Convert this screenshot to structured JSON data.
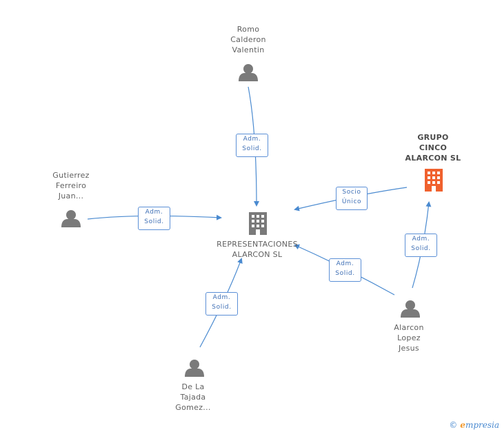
{
  "nodes": {
    "center": {
      "label": "REPRESENTACIONES\nALARCON SL"
    },
    "romo": {
      "label": "Romo\nCalderon\nValentin"
    },
    "gutierrez": {
      "label": "Gutierrez\nFerreiro\nJuan..."
    },
    "grupo": {
      "label": "GRUPO\nCINCO\nALARCON SL"
    },
    "alarcon": {
      "label": "Alarcon\nLopez\nJesus"
    },
    "delatajada": {
      "label": "De La\nTajada\nGomez..."
    }
  },
  "edges": {
    "romo": "Adm.\nSolid.",
    "gutierrez": "Adm.\nSolid.",
    "grupo": "Socio\nÚnico",
    "alarcon_center": "Adm.\nSolid.",
    "alarcon_grupo": "Adm.\nSolid.",
    "delatajada": "Adm.\nSolid."
  },
  "footer": {
    "copyright": "©",
    "brand_initial": "e",
    "brand_rest": "mpresia"
  },
  "colors": {
    "edge": "#4a8ad0",
    "person": "#7a7a7a",
    "company": "#7a7a7a",
    "company_highlight": "#f0612e"
  }
}
